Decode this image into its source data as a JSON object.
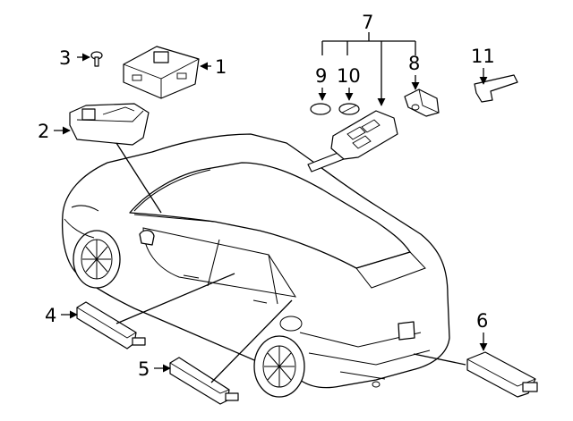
{
  "callouts": {
    "c1": "1",
    "c2": "2",
    "c3": "3",
    "c4": "4",
    "c5": "5",
    "c6": "6",
    "c7": "7",
    "c8": "8",
    "c9": "9",
    "c10": "10",
    "c11": "11"
  },
  "colors": {
    "line": "#000000",
    "background": "#ffffff",
    "part_fill": "#ffffff",
    "shade": "#cfcfcf"
  }
}
